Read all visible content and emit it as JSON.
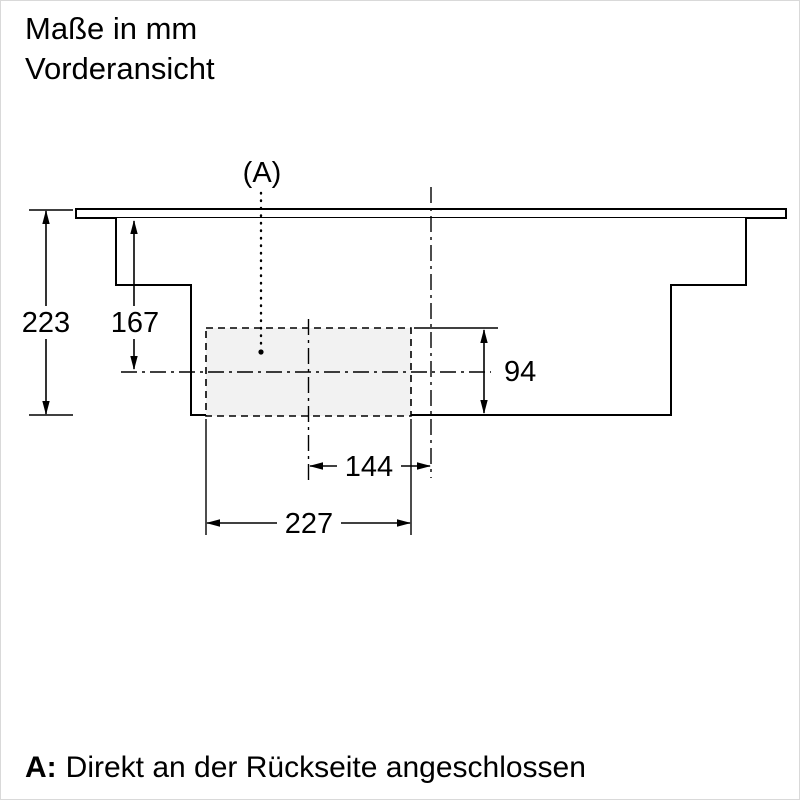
{
  "header": {
    "line1": "Maße in mm",
    "line2": "Vorderansicht"
  },
  "diagram": {
    "label_a": "(A)",
    "dims": {
      "total_height": "223",
      "top_to_center": "167",
      "duct_height": "94",
      "center_offset": "144",
      "duct_width": "227"
    },
    "colors": {
      "line": "#000000",
      "duct_fill": "#f2f2f2"
    }
  },
  "footnote": {
    "label": "A:",
    "text": "Direkt an der Rückseite angeschlossen"
  }
}
